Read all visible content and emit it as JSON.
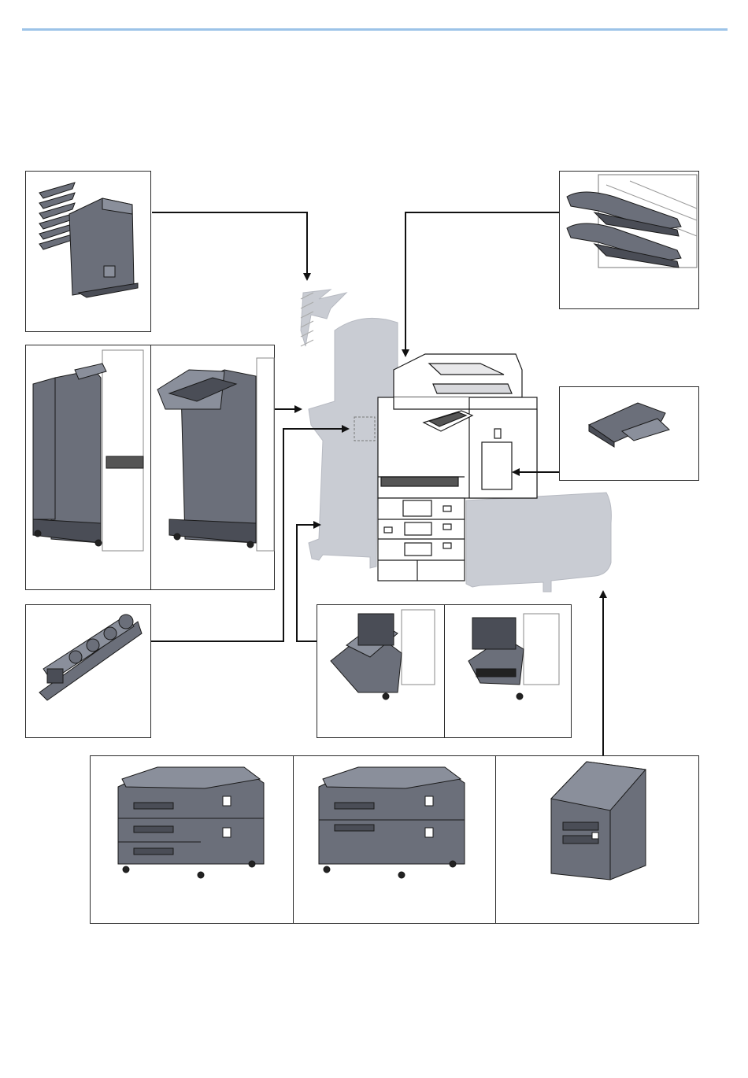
{
  "page": {
    "title": "",
    "rule_color": "#9cc3e8"
  },
  "colors": {
    "device_body": "#6b6f7a",
    "device_dark": "#4a4d56",
    "device_light": "#8a8f9b",
    "ghost_fill": "#c9ccd3",
    "line": "#1a1a1a"
  },
  "options": [
    {
      "id": "mailbox",
      "icon": "mailbox-icon"
    },
    {
      "id": "job-separator",
      "icon": "job-separator-icon"
    },
    {
      "id": "finishers",
      "icon": "finisher-icon"
    },
    {
      "id": "card-reader-holder",
      "icon": "card-holder-icon"
    },
    {
      "id": "punch-unit",
      "icon": "punch-unit-icon"
    },
    {
      "id": "folding-unit",
      "icon": "folding-unit-icon"
    },
    {
      "id": "paper-feeder-500x2",
      "icon": "paper-feeder-icon"
    },
    {
      "id": "paper-feeder-large",
      "icon": "large-capacity-feeder-icon"
    },
    {
      "id": "side-feeder",
      "icon": "side-feeder-icon"
    }
  ]
}
